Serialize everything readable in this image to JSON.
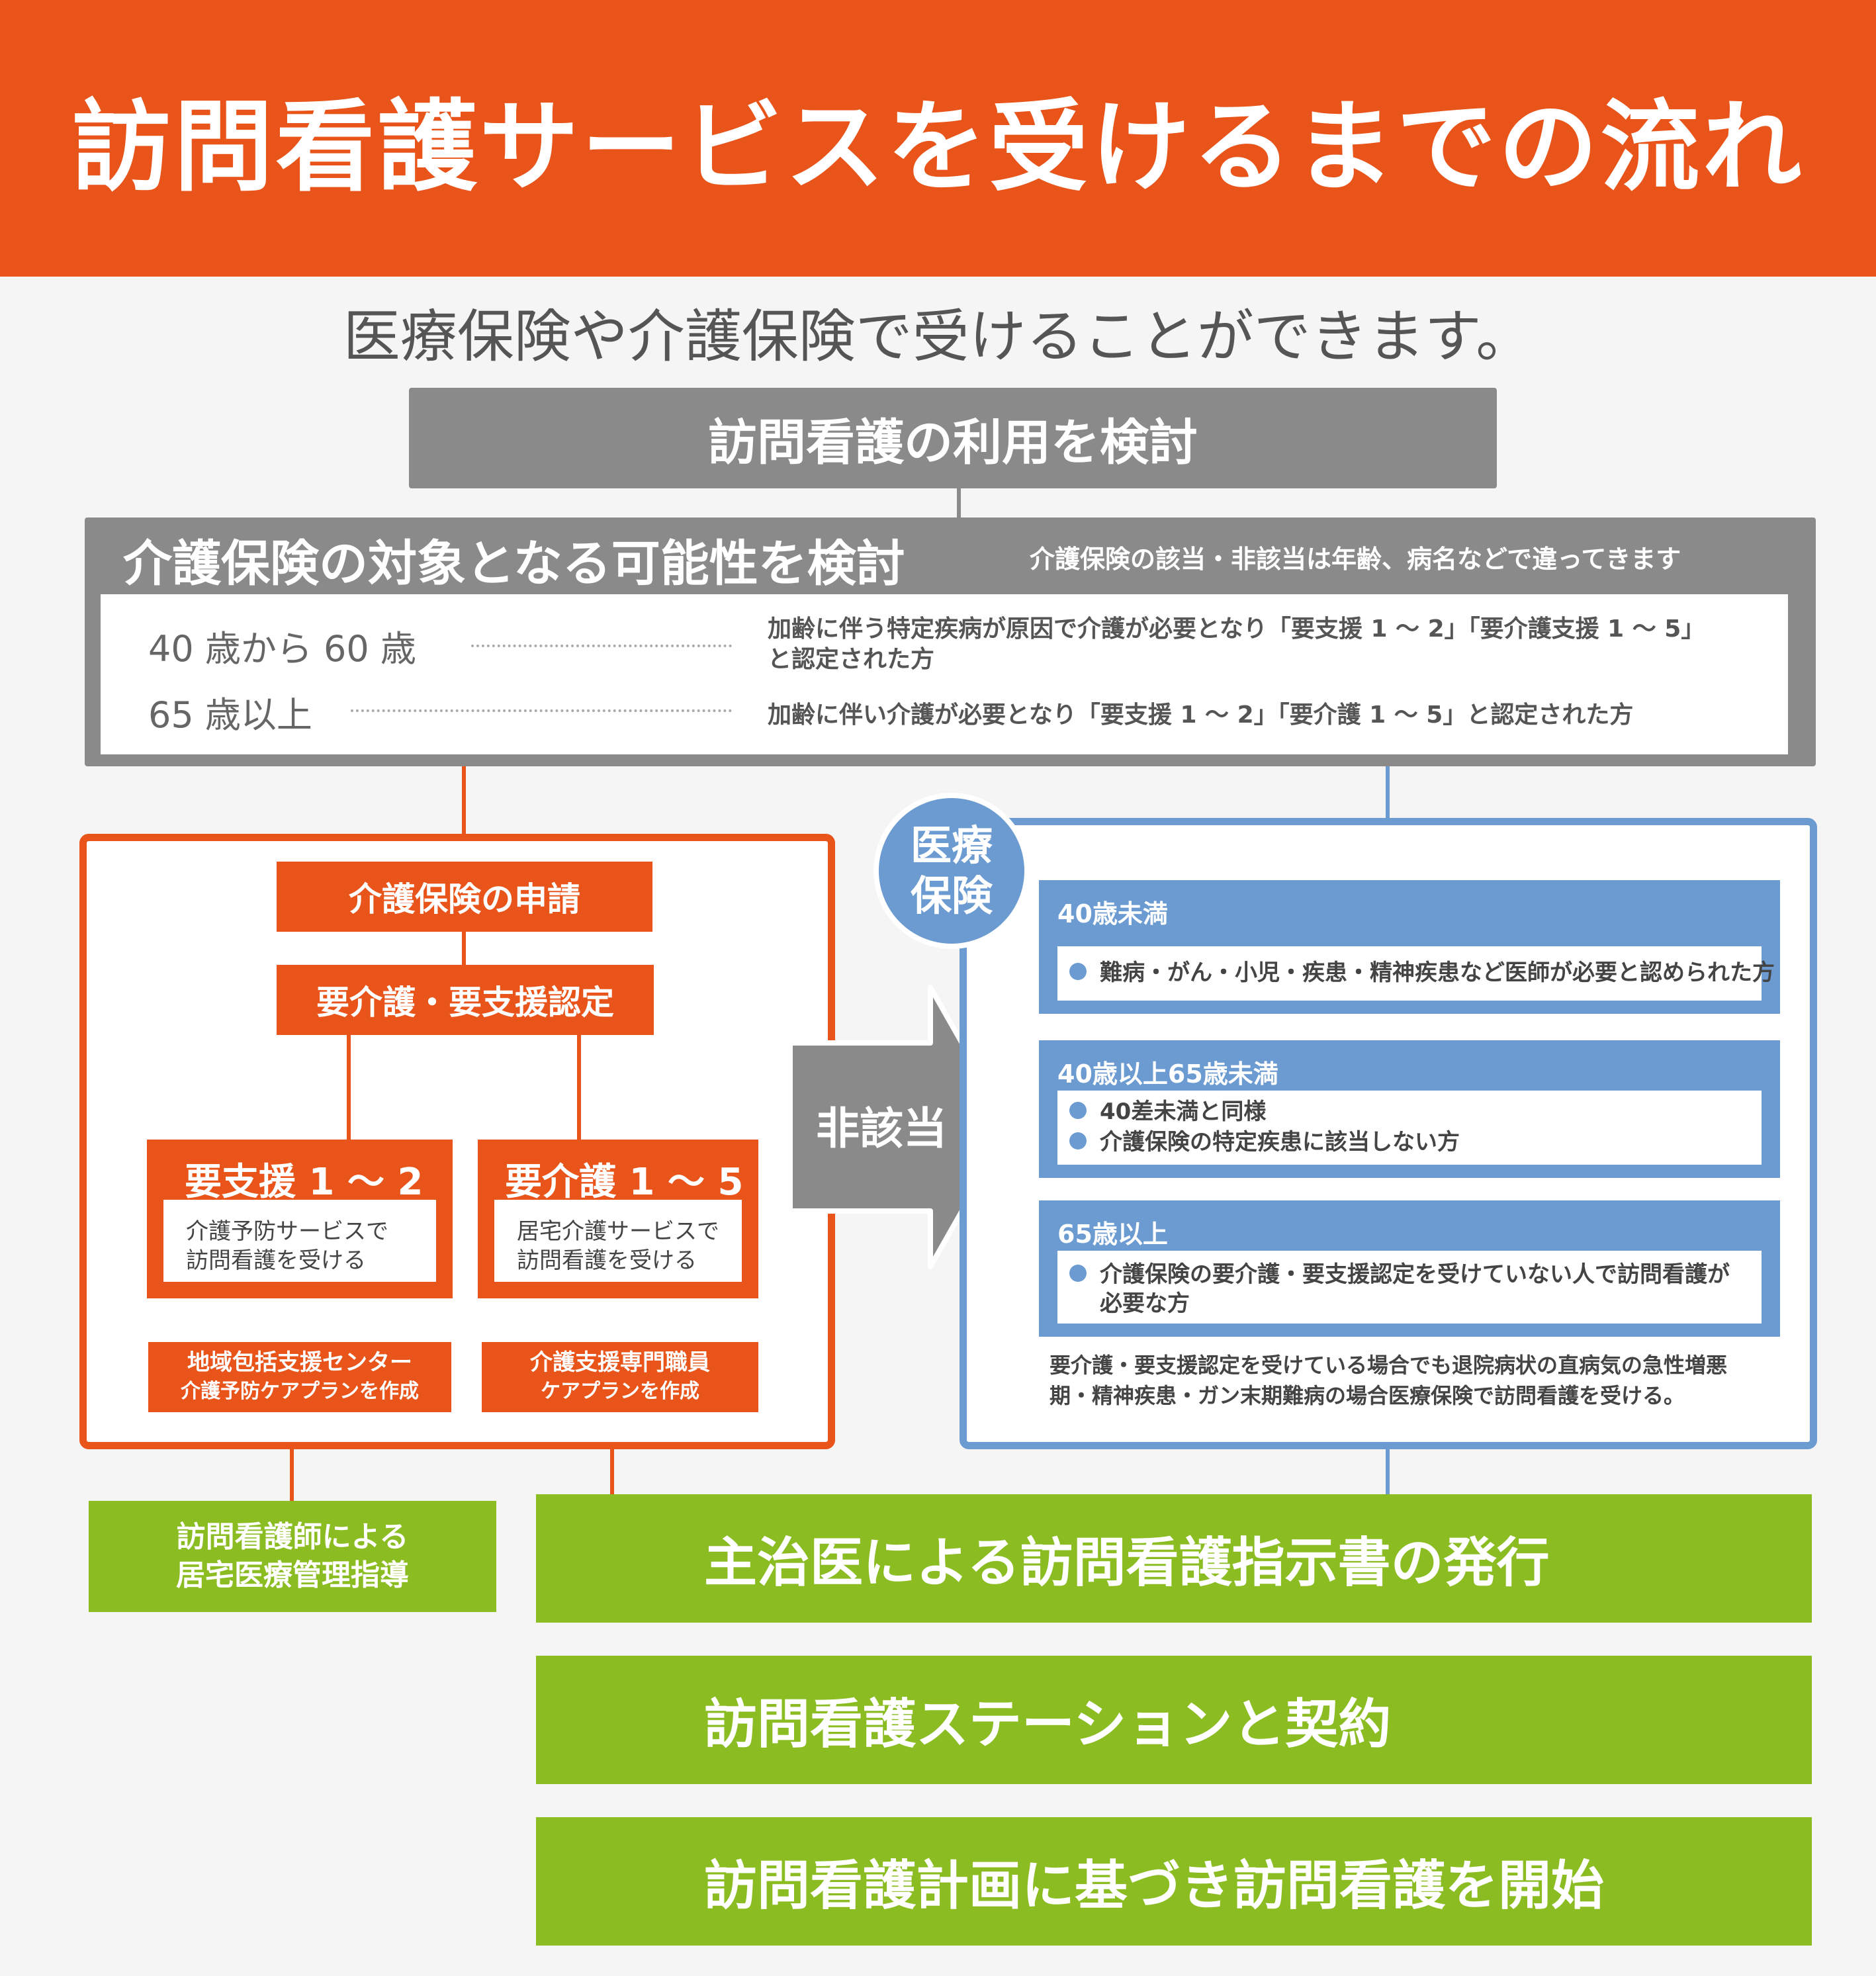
{
  "header": {
    "title": "訪問看護サービスを受けるまでの流れ"
  },
  "subtitle": "医療保険や介護保険で受けることができます。",
  "step_consider": "訪問看護の利用を検討",
  "care_eval": {
    "title": "介護保険の対象となる可能性を検討",
    "note": "介護保険の該当・非該当は年齢、病名などで違ってきます",
    "rows": [
      {
        "age": "40 歳から 60 歳",
        "condition_line1": "加齢に伴う特定疾病が原因で介護が必要となり「要支援 1 ～ 2」「要介護支援 1 ～ 5」",
        "condition_line2": "と認定された方"
      },
      {
        "age": "65 歳以上",
        "condition_line1": "加齢に伴い介護が必要となり「要支援 1 ～ 2」「要介護 1 ～ 5」と認定された方"
      }
    ]
  },
  "care_insurance": {
    "apply": "介護保険の申請",
    "certification": "要介護・要支援認定",
    "support": {
      "label": "要支援 1 ～ 2",
      "line1": "介護予防サービスで",
      "line2": "訪問看護を受ける"
    },
    "care": {
      "label": "要介護 1 ～ 5",
      "line1": "居宅介護サービスで",
      "line2": "訪問看護を受ける"
    },
    "org_support": {
      "line1": "地域包括支援センター",
      "line2": "介護予防ケアプランを作成"
    },
    "org_care": {
      "line1": "介護支援専門職員",
      "line2": "ケアプランを作成"
    }
  },
  "non_applicable": "非該当",
  "medical_insurance": {
    "badge_line1": "医療",
    "badge_line2": "保険",
    "groups": [
      {
        "heading": "40歳未満",
        "items": [
          "難病・がん・小児・疾患・精神疾患など医師が必要と認められた方"
        ]
      },
      {
        "heading": "40歳以上65歳未満",
        "items": [
          "40差未満と同様",
          "介護保険の特定疾患に該当しない方"
        ]
      },
      {
        "heading": "65歳以上",
        "items": [
          "介護保険の要介護・要支援認定を受けていない人で訪問看護が",
          "必要な方"
        ]
      }
    ],
    "note_line1": "要介護・要支援認定を受けている場合でも退院病状の直病気の急性増悪",
    "note_line2": "期・精神疾患・ガン末期難病の場合医療保険で訪問看護を受ける。"
  },
  "home_guidance": {
    "line1": "訪問看護師による",
    "line2": "居宅医療管理指導"
  },
  "final_steps": [
    "主治医による訪問看護指示書の発行",
    "訪問看護ステーションと契約",
    "訪問看護計画に基づき訪問看護を開始"
  ],
  "colors": {
    "orange": "#e8541a",
    "gray": "#8a8a8a",
    "blue": "#6b9bd1",
    "green": "#8bbd23"
  }
}
